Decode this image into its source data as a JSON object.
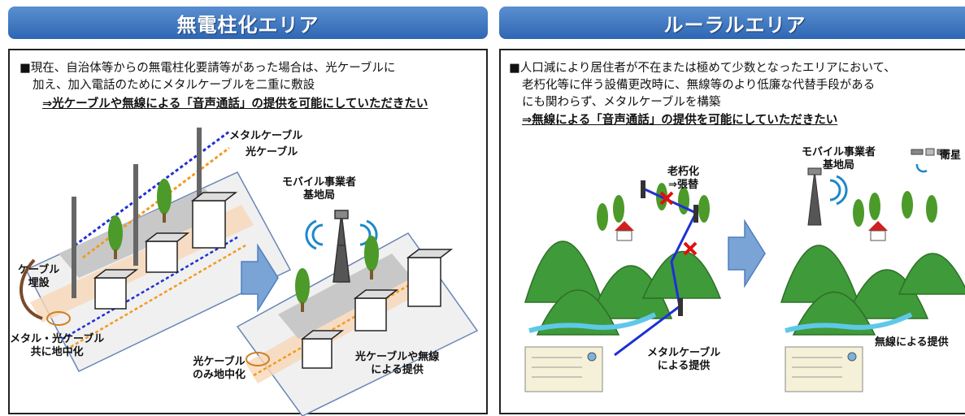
{
  "left": {
    "header": "無電柱化エリア",
    "desc_line1": "■現在、自治体等からの無電柱化要請等があった場合は、光ケーブルに",
    "desc_line2": "加え、加入電話のためにメタルケーブルを二重に敷設",
    "request": "⇒光ケーブルや無線による「音声通話」の提供を可能にしていただきたい",
    "labels": {
      "metal_cable": "メタルケーブル",
      "optical_cable": "光ケーブル",
      "mobile_base_1": "モバイル事業者",
      "mobile_base_2": "基地局",
      "cable_laying_1": "ケーブル",
      "cable_laying_2": "埋設",
      "both_underground_1": "メタル・光ケーブル",
      "both_underground_2": "共に地中化",
      "optical_only_1": "光ケーブル",
      "optical_only_2": "のみ地中化",
      "service_1": "光ケーブルや無線",
      "service_2": "による提供"
    }
  },
  "right": {
    "header": "ルーラルエリア",
    "desc_line1": "■人口減により居住者が不在または極めて少数となったエリアにおいて、",
    "desc_line2": "老朽化等に伴う設備更改時に、無線等のより低廉な代替手段がある",
    "desc_line3": "にも関わらず、メタルケーブルを構築",
    "request": "⇒無線による「音声通話」の提供を可能にしていただきたい",
    "labels": {
      "aging_1": "老朽化",
      "aging_2": "⇒張替",
      "mobile_base_1": "モバイル事業者",
      "mobile_base_2": "基地局",
      "satellite": "衛星",
      "metal_service_1": "メタルケーブル",
      "metal_service_2": "による提供",
      "wireless_service": "無線による提供"
    }
  },
  "colors": {
    "header": "#2e66b3",
    "metal_cable": "#1f2fd6",
    "optical_cable": "#f39a1e",
    "tree": "#4c9a2a",
    "mountain": "#3f9a3a",
    "arrow": "#7aa3d6",
    "cross": "#e01010"
  }
}
